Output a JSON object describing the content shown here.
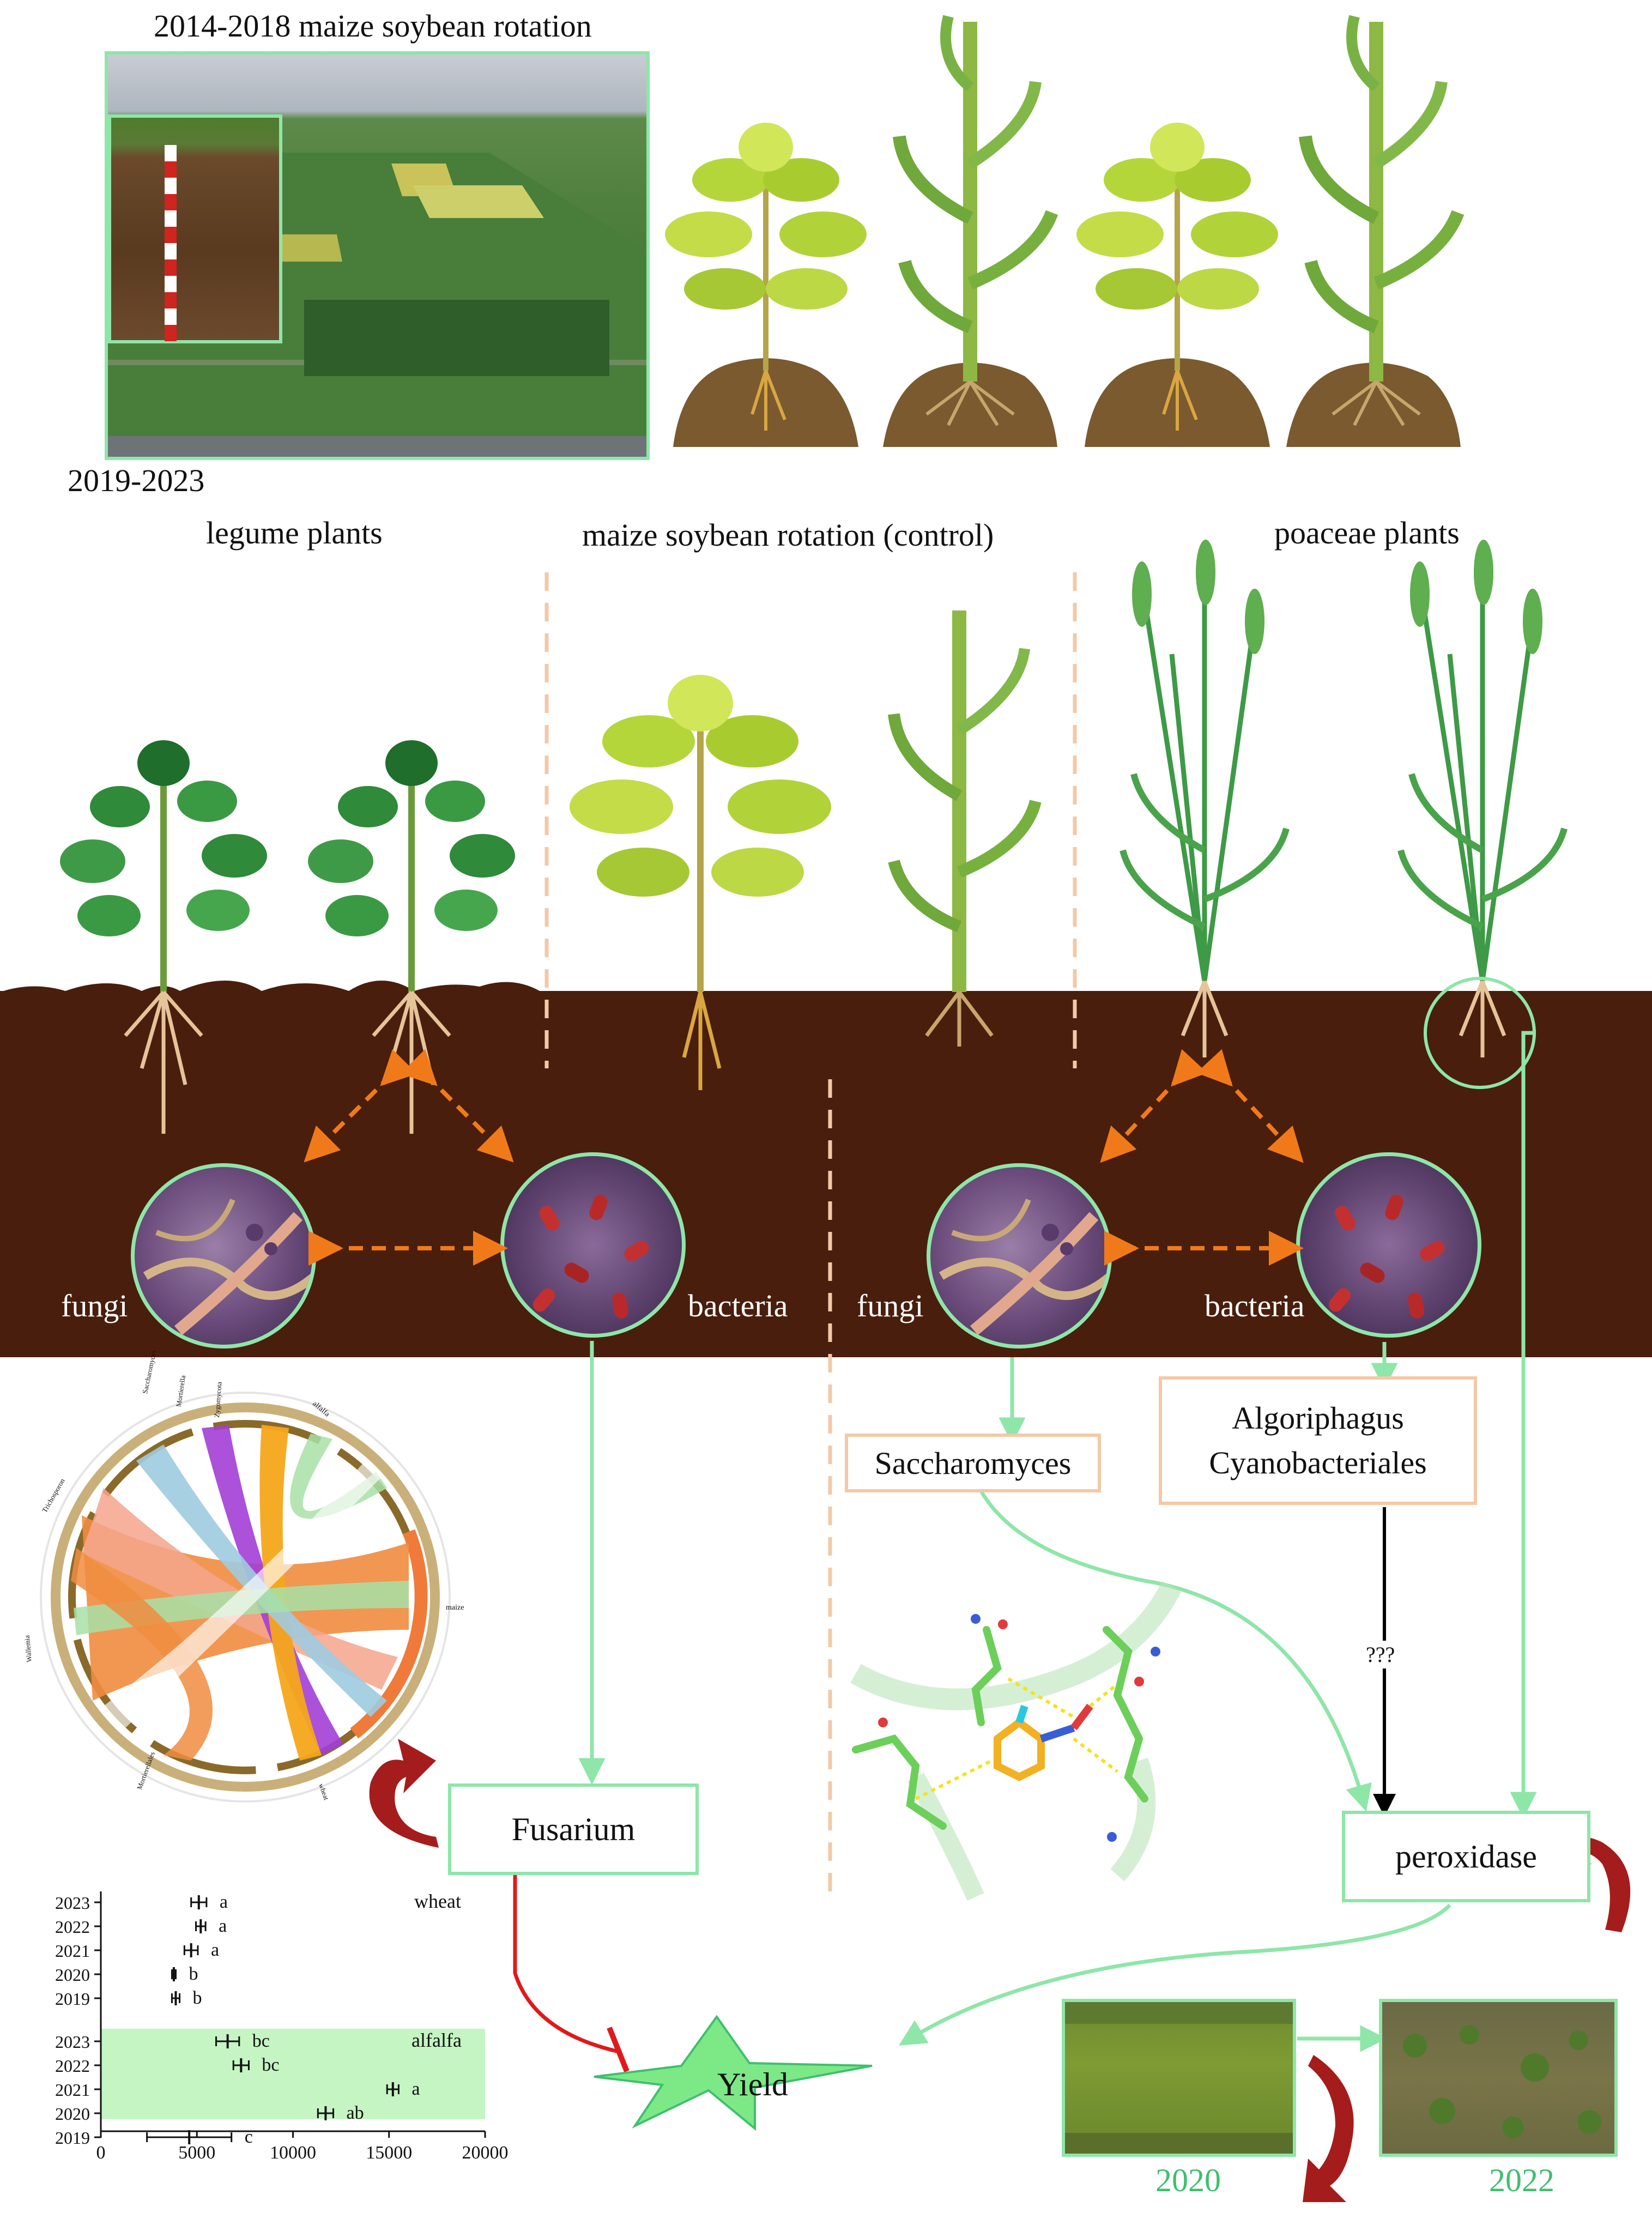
{
  "top": {
    "rotation_label": "2014-2018 maize soybean rotation",
    "period_label": "2019-2023"
  },
  "groups": {
    "legume": "legume plants",
    "control": "maize soybean rotation (control)",
    "poaceae": "poaceae plants"
  },
  "microbes": {
    "fungi_left": "fungi",
    "bacteria_left": "bacteria",
    "fungi_right": "fungi",
    "bacteria_right": "bacteria"
  },
  "taxa": {
    "fusarium": "Fusarium",
    "saccharomyces": "Saccharomyces",
    "algoriphagus": "Algoriphagus",
    "cyanobacteriales": "Cyanobacteriales",
    "unknown_link": "???",
    "peroxidase": "peroxidase",
    "yield": "Yield"
  },
  "photos": {
    "year_before": "2020",
    "year_after": "2022"
  },
  "chord_labels": [
    "Saccharomyces",
    "Mortierella",
    "Zygomycota",
    "alfalfa",
    "maize",
    "Wallemia",
    "Trichosporon",
    "Mortierellales",
    "wheat"
  ],
  "chart_data": {
    "type": "scatter",
    "orientation": "horizontal",
    "xlim": [
      0,
      20000
    ],
    "xticks": [
      "0",
      "5000",
      "10000",
      "15000",
      "20000"
    ],
    "panels": [
      {
        "name": "wheat",
        "highlight": false,
        "years": [
          "2023",
          "2022",
          "2021",
          "2020",
          "2019"
        ],
        "values": [
          5100,
          5200,
          4700,
          3800,
          3900
        ],
        "errors": [
          400,
          250,
          350,
          100,
          200
        ],
        "letters": [
          "a",
          "a",
          "a",
          "b",
          "b"
        ]
      },
      {
        "name": "alfalfa",
        "highlight": true,
        "years": [
          "2023",
          "2022",
          "2021",
          "2020",
          "2019"
        ],
        "values": [
          6600,
          7300,
          15200,
          11700,
          4600
        ],
        "errors": [
          600,
          400,
          300,
          400,
          2200
        ],
        "letters": [
          "bc",
          "bc",
          "a",
          "ab",
          "c"
        ]
      }
    ]
  },
  "colors": {
    "soil": "#4a1e0c",
    "arrow_green": "#8ee6a8",
    "arrow_orange": "#f07a1a",
    "inhibit_red": "#e0191b",
    "box_orange": "#f3c9a6",
    "highlight_fill": "#c4f5c2",
    "year_text": "#3fbf6e",
    "dash": "#f3c9a6"
  }
}
